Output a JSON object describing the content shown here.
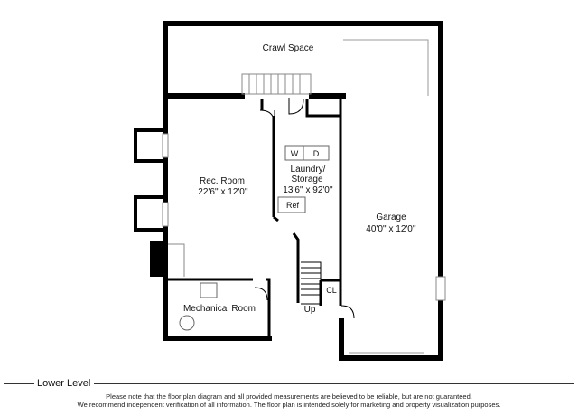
{
  "plan": {
    "rooms": {
      "crawl_space": {
        "name": "Crawl Space"
      },
      "rec_room": {
        "name": "Rec. Room",
        "dims": "22'6'' x 12'0''"
      },
      "laundry": {
        "name_line1": "Laundry/",
        "name_line2": "Storage",
        "dims": "13'6'' x 92'0''"
      },
      "garage": {
        "name": "Garage",
        "dims": "40'0'' x 12'0''"
      },
      "mechanical": {
        "name": "Mechanical Room"
      }
    },
    "fixtures": {
      "washer": "W",
      "dryer": "D",
      "fridge": "Ref",
      "closet": "CL",
      "stairs_up": "Up"
    }
  },
  "footer": {
    "level": "Lower Level",
    "disclaimer_line1": "Please note that the floor plan diagram and all provided measurements are believed to be reliable, but are not guaranteed.",
    "disclaimer_line2": "We recommend independent verification of all information. The floor plan is intended solely for marketing and property visualization purposes."
  }
}
